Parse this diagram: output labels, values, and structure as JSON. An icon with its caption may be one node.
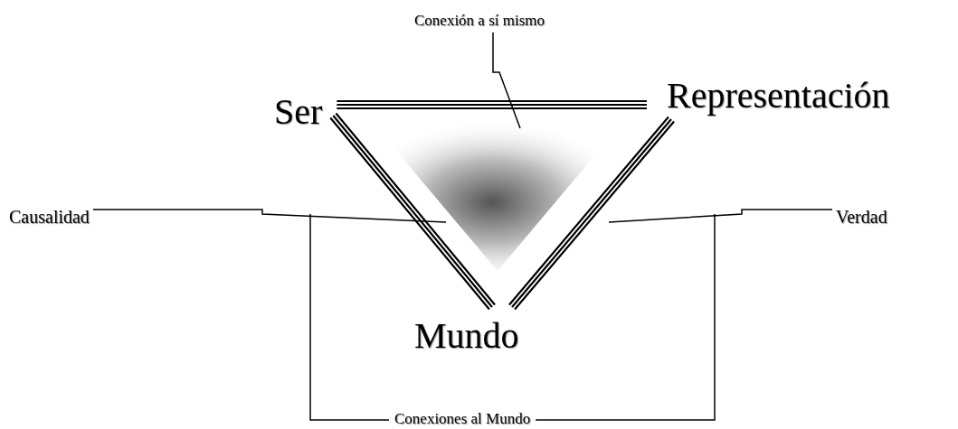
{
  "diagram": {
    "nodes": [
      {
        "text": [
          "Ser"
        ]
      },
      {
        "text": [
          "Representación"
        ]
      },
      {
        "text": [
          "Mundo"
        ]
      },
      {
        "text": [
          "Conexión a sí mismo"
        ]
      },
      {
        "text": [
          "Causalidad"
        ]
      },
      {
        "text": [
          "Verdad"
        ]
      },
      {
        "text": [
          "Conexiones al Mundo"
        ]
      },
      {
        "text": [],
        "shape": "triangle"
      }
    ],
    "edges": [
      {
        "from": 0,
        "to": 1,
        "arrow": "none"
      },
      {
        "from": 0,
        "to": 2,
        "arrow": "none"
      },
      {
        "from": 1,
        "to": 2,
        "arrow": "none"
      },
      {
        "from": 3,
        "to": 7,
        "arrow": "none"
      },
      {
        "from": 4,
        "to": 7,
        "arrow": "none"
      },
      {
        "from": 5,
        "to": 7,
        "arrow": "none"
      },
      {
        "from": 6,
        "to": null,
        "arrow": "none"
      },
      {
        "from": 6,
        "to": null,
        "arrow": "none"
      }
    ]
  }
}
